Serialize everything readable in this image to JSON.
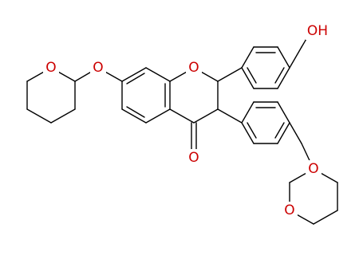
{
  "molecule": {
    "labels": {
      "hydroxyl": "OH",
      "chromane_ring_oxygen": "O",
      "carbonyl_oxygen": "O",
      "ether_oxygen_left": "O",
      "thp_oxygen_left": "O",
      "ether_oxygen_lower": "O",
      "thp_oxygen_lower": "O"
    },
    "colors": {
      "bond": "#000000",
      "heteroatom": "#cc0000",
      "background": "#ffffff"
    }
  }
}
